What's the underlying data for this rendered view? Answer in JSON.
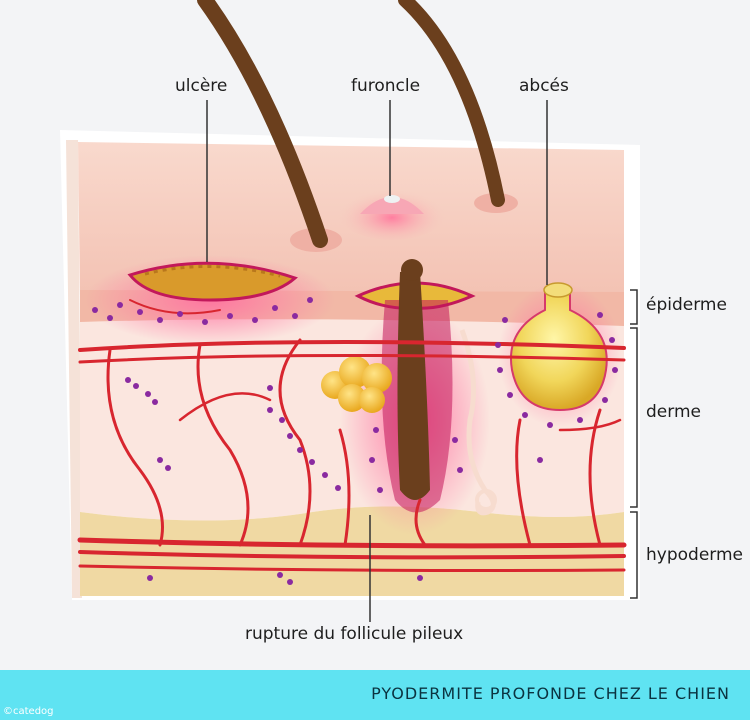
{
  "labels": {
    "ulcer": "ulcère",
    "furuncle": "furoncle",
    "abscess": "abcés",
    "epidermis": "épiderme",
    "dermis": "derme",
    "hypodermis": "hypoderme",
    "follicle_rupture": "rupture du follicule pileux"
  },
  "footer": {
    "title": "PYODERMITE PROFONDE CHEZ LE CHIEN",
    "credit": "©catedog"
  },
  "colors": {
    "footer_band": "#5fe3f2",
    "skin_surface": "#f6cdbf",
    "dermis": "#fbe6df",
    "hypodermis": "#f0d9a3",
    "vessel": "#d8262f",
    "inflammation": "#c2185b",
    "cells": "#8a2aa0",
    "pus": "#e9c94a",
    "hair": "#6b3f1d"
  }
}
